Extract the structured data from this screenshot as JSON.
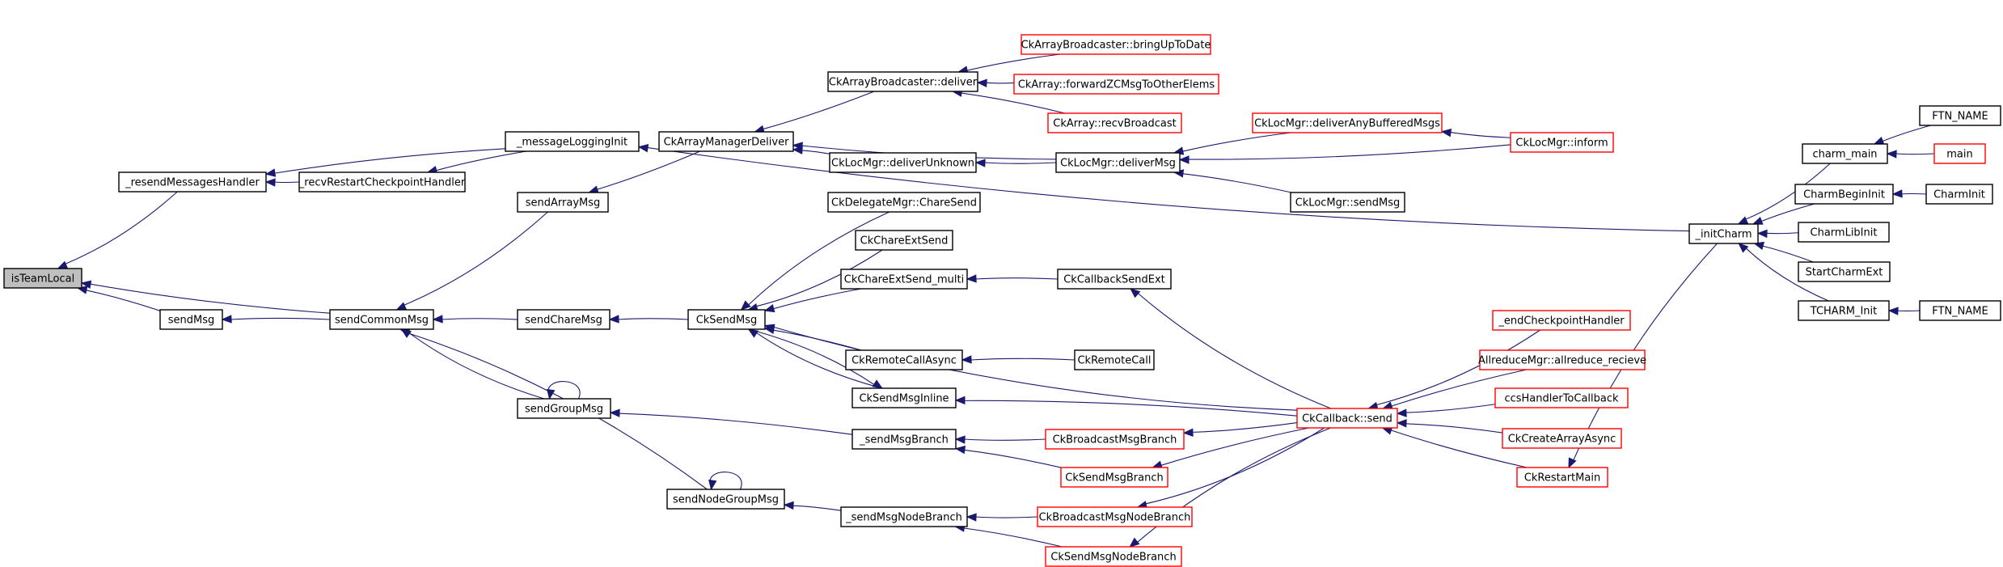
{
  "diagram": {
    "nodes": [
      {
        "id": "isTeamLocal",
        "label": "isTeamLocal",
        "style": "root"
      },
      {
        "id": "resend",
        "label": "_resendMessagesHandler",
        "style": "normal"
      },
      {
        "id": "sendMsg",
        "label": "sendMsg",
        "style": "normal"
      },
      {
        "id": "msgLogInit",
        "label": "_messageLoggingInit",
        "style": "normal"
      },
      {
        "id": "recvRestart",
        "label": "_recvRestartCheckpointHandler",
        "style": "normal"
      },
      {
        "id": "sendCommonMsg",
        "label": "sendCommonMsg",
        "style": "normal"
      },
      {
        "id": "sendArrayMsg",
        "label": "sendArrayMsg",
        "style": "normal"
      },
      {
        "id": "sendChareMsg",
        "label": "sendChareMsg",
        "style": "normal"
      },
      {
        "id": "sendGroupMsg",
        "label": "sendGroupMsg",
        "style": "normal"
      },
      {
        "id": "sendNodeGroupMsg",
        "label": "sendNodeGroupMsg",
        "style": "normal"
      },
      {
        "id": "ckArrMgrDeliver",
        "label": "CkArrayManagerDeliver",
        "style": "normal"
      },
      {
        "id": "ckArrBcDeliver",
        "label": "CkArrayBroadcaster::deliver",
        "style": "normal"
      },
      {
        "id": "ckLocDeliverUnknown",
        "label": "CkLocMgr::deliverUnknown",
        "style": "normal"
      },
      {
        "id": "ckSendMsg",
        "label": "CkSendMsg",
        "style": "normal"
      },
      {
        "id": "ckDelegateChareSend",
        "label": "CkDelegateMgr::ChareSend",
        "style": "normal"
      },
      {
        "id": "ckChareExtSend",
        "label": "CkChareExtSend",
        "style": "normal"
      },
      {
        "id": "ckChareExtSendMulti",
        "label": "CkChareExtSend_multi",
        "style": "normal"
      },
      {
        "id": "ckRemoteCallAsync",
        "label": "CkRemoteCallAsync",
        "style": "normal"
      },
      {
        "id": "ckSendMsgInline",
        "label": "CkSendMsgInline",
        "style": "normal"
      },
      {
        "id": "sendMsgBranch",
        "label": "_sendMsgBranch",
        "style": "normal"
      },
      {
        "id": "sendMsgNodeBranch",
        "label": "_sendMsgNodeBranch",
        "style": "normal"
      },
      {
        "id": "bringUpToDate",
        "label": "CkArrayBroadcaster::bringUpToDate",
        "style": "red"
      },
      {
        "id": "forwardZC",
        "label": "CkArray::forwardZCMsgToOtherElems",
        "style": "red"
      },
      {
        "id": "recvBroadcast",
        "label": "CkArray::recvBroadcast",
        "style": "red"
      },
      {
        "id": "ckLocDeliverMsg",
        "label": "CkLocMgr::deliverMsg",
        "style": "normal"
      },
      {
        "id": "ckLocSendMsg",
        "label": "CkLocMgr::sendMsg",
        "style": "normal"
      },
      {
        "id": "ckCallbackSendExt",
        "label": "CkCallbackSendExt",
        "style": "normal"
      },
      {
        "id": "ckRemoteCall",
        "label": "CkRemoteCall",
        "style": "normal"
      },
      {
        "id": "ckBcMsgBranch",
        "label": "CkBroadcastMsgBranch",
        "style": "red"
      },
      {
        "id": "ckSendMsgBranch",
        "label": "CkSendMsgBranch",
        "style": "red"
      },
      {
        "id": "ckBcMsgNodeBranch",
        "label": "CkBroadcastMsgNodeBranch",
        "style": "red"
      },
      {
        "id": "ckSendMsgNodeBranch",
        "label": "CkSendMsgNodeBranch",
        "style": "red"
      },
      {
        "id": "deliverAnyBuffered",
        "label": "CkLocMgr::deliverAnyBufferedMsgs",
        "style": "red"
      },
      {
        "id": "ckLocInform",
        "label": "CkLocMgr::inform",
        "style": "red"
      },
      {
        "id": "ckCallbackSend",
        "label": "CkCallback::send",
        "style": "red"
      },
      {
        "id": "endCheckpoint",
        "label": "_endCheckpointHandler",
        "style": "red"
      },
      {
        "id": "allreduceRecieve",
        "label": "AllreduceMgr::allreduce_recieve",
        "style": "red"
      },
      {
        "id": "ccsHandler",
        "label": "ccsHandlerToCallback",
        "style": "red"
      },
      {
        "id": "ckCreateArrayAsync",
        "label": "CkCreateArrayAsync",
        "style": "red"
      },
      {
        "id": "ckRestartMain",
        "label": "CkRestartMain",
        "style": "red"
      },
      {
        "id": "initCharm",
        "label": "_initCharm",
        "style": "normal"
      },
      {
        "id": "charmMain",
        "label": "charm_main",
        "style": "normal"
      },
      {
        "id": "charmBeginInit",
        "label": "CharmBeginInit",
        "style": "normal"
      },
      {
        "id": "charmLibInit",
        "label": "CharmLibInit",
        "style": "normal"
      },
      {
        "id": "startCharmExt",
        "label": "StartCharmExt",
        "style": "normal"
      },
      {
        "id": "tcharmInit",
        "label": "TCHARM_Init",
        "style": "normal"
      },
      {
        "id": "ftnName1",
        "label": "FTN_NAME",
        "style": "normal"
      },
      {
        "id": "main",
        "label": "main",
        "style": "red"
      },
      {
        "id": "charmInit",
        "label": "CharmInit",
        "style": "normal"
      },
      {
        "id": "ftnName2",
        "label": "FTN_NAME",
        "style": "normal"
      }
    ],
    "edges": [
      {
        "from": "resend",
        "to": "isTeamLocal"
      },
      {
        "from": "sendMsg",
        "to": "isTeamLocal"
      },
      {
        "from": "sendCommonMsg",
        "to": "isTeamLocal"
      },
      {
        "from": "msgLogInit",
        "to": "resend"
      },
      {
        "from": "recvRestart",
        "to": "resend"
      },
      {
        "from": "msgLogInit",
        "to": "recvRestart"
      },
      {
        "from": "initCharm",
        "to": "msgLogInit"
      },
      {
        "from": "sendCommonMsg",
        "to": "sendMsg"
      },
      {
        "from": "sendArrayMsg",
        "to": "sendCommonMsg"
      },
      {
        "from": "sendChareMsg",
        "to": "sendCommonMsg"
      },
      {
        "from": "sendGroupMsg",
        "to": "sendCommonMsg"
      },
      {
        "from": "sendNodeGroupMsg",
        "to": "sendCommonMsg"
      },
      {
        "from": "ckArrMgrDeliver",
        "to": "sendArrayMsg"
      },
      {
        "from": "ckSendMsg",
        "to": "sendChareMsg"
      },
      {
        "from": "sendGroupMsg",
        "to": "sendGroupMsg"
      },
      {
        "from": "sendMsgBranch",
        "to": "sendGroupMsg"
      },
      {
        "from": "sendNodeGroupMsg",
        "to": "sendNodeGroupMsg"
      },
      {
        "from": "sendMsgNodeBranch",
        "to": "sendNodeGroupMsg"
      },
      {
        "from": "ckArrBcDeliver",
        "to": "ckArrMgrDeliver"
      },
      {
        "from": "ckLocDeliverUnknown",
        "to": "ckArrMgrDeliver"
      },
      {
        "from": "ckLocDeliverMsg",
        "to": "ckArrMgrDeliver"
      },
      {
        "from": "bringUpToDate",
        "to": "ckArrBcDeliver"
      },
      {
        "from": "forwardZC",
        "to": "ckArrBcDeliver"
      },
      {
        "from": "recvBroadcast",
        "to": "ckArrBcDeliver"
      },
      {
        "from": "ckLocDeliverMsg",
        "to": "ckLocDeliverUnknown"
      },
      {
        "from": "deliverAnyBuffered",
        "to": "ckLocDeliverMsg"
      },
      {
        "from": "ckLocInform",
        "to": "ckLocDeliverMsg"
      },
      {
        "from": "ckLocSendMsg",
        "to": "ckLocDeliverMsg"
      },
      {
        "from": "ckLocInform",
        "to": "deliverAnyBuffered"
      },
      {
        "from": "ckDelegateChareSend",
        "to": "ckSendMsg"
      },
      {
        "from": "ckChareExtSend",
        "to": "ckSendMsg"
      },
      {
        "from": "ckChareExtSendMulti",
        "to": "ckSendMsg"
      },
      {
        "from": "ckCallbackSend",
        "to": "ckSendMsg"
      },
      {
        "from": "ckRemoteCallAsync",
        "to": "ckSendMsg"
      },
      {
        "from": "ckSendMsgInline",
        "to": "ckSendMsg"
      },
      {
        "from": "ckCallbackSendExt",
        "to": "ckChareExtSendMulti"
      },
      {
        "from": "ckCallbackSend",
        "to": "ckCallbackSendExt"
      },
      {
        "from": "ckRemoteCall",
        "to": "ckRemoteCallAsync"
      },
      {
        "from": "ckSendMsg",
        "to": "ckSendMsgInline"
      },
      {
        "from": "ckCallbackSend",
        "to": "ckSendMsgInline"
      },
      {
        "from": "ckBcMsgBranch",
        "to": "sendMsgBranch"
      },
      {
        "from": "ckSendMsgBranch",
        "to": "sendMsgBranch"
      },
      {
        "from": "ckBcMsgNodeBranch",
        "to": "sendMsgNodeBranch"
      },
      {
        "from": "ckSendMsgNodeBranch",
        "to": "sendMsgNodeBranch"
      },
      {
        "from": "ckCallbackSend",
        "to": "ckBcMsgBranch"
      },
      {
        "from": "ckCallbackSend",
        "to": "ckSendMsgBranch"
      },
      {
        "from": "ckCallbackSend",
        "to": "ckBcMsgNodeBranch"
      },
      {
        "from": "ckCallbackSend",
        "to": "ckSendMsgNodeBranch"
      },
      {
        "from": "endCheckpoint",
        "to": "ckCallbackSend"
      },
      {
        "from": "allreduceRecieve",
        "to": "ckCallbackSend"
      },
      {
        "from": "ccsHandler",
        "to": "ckCallbackSend"
      },
      {
        "from": "ckCreateArrayAsync",
        "to": "ckCallbackSend"
      },
      {
        "from": "ckRestartMain",
        "to": "ckCallbackSend"
      },
      {
        "from": "initCharm",
        "to": "ckRestartMain"
      },
      {
        "from": "charmMain",
        "to": "initCharm"
      },
      {
        "from": "charmBeginInit",
        "to": "initCharm"
      },
      {
        "from": "charmLibInit",
        "to": "initCharm"
      },
      {
        "from": "startCharmExt",
        "to": "initCharm"
      },
      {
        "from": "tcharmInit",
        "to": "initCharm"
      },
      {
        "from": "ftnName1",
        "to": "charmMain"
      },
      {
        "from": "main",
        "to": "charmMain"
      },
      {
        "from": "charmInit",
        "to": "charmBeginInit"
      },
      {
        "from": "ftnName2",
        "to": "tcharmInit"
      }
    ]
  }
}
